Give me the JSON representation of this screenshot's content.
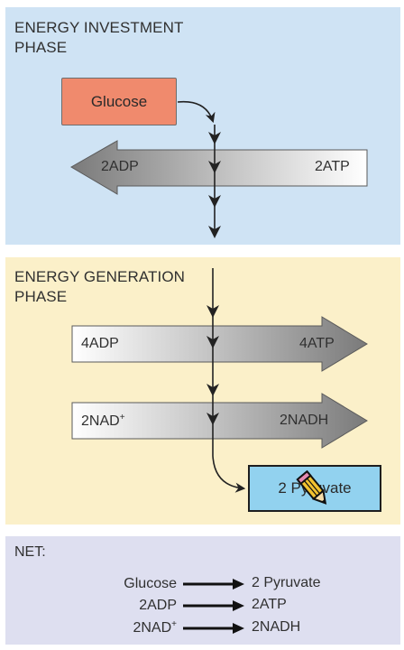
{
  "investment_phase": {
    "title": "ENERGY INVESTMENT\nPHASE",
    "input_box": "Glucose",
    "arrow_left_label": "2ADP",
    "arrow_right_label": "2ATP"
  },
  "generation_phase": {
    "title": "ENERGY GENERATION\nPHASE",
    "arrow1_left_label": "4ADP",
    "arrow1_right_label": "4ATP",
    "arrow2_left_label": "2NAD",
    "arrow2_left_sup": "+",
    "arrow2_right_label": "2NADH",
    "output_box": "2 Pyruvate"
  },
  "net": {
    "title": "NET:",
    "rows": [
      {
        "left": "Glucose",
        "left_sup": "",
        "right": "2 Pyruvate"
      },
      {
        "left": "2ADP",
        "left_sup": "",
        "right": "2ATP"
      },
      {
        "left": "2NAD",
        "left_sup": "+",
        "right": "2NADH"
      }
    ]
  },
  "colors": {
    "investment_panel": "#cfe3f4",
    "generation_panel": "#fbf0c9",
    "net_panel": "#dedff0",
    "glucose_box": "#f08a6d",
    "pyruvate_box": "#92d2ef",
    "arrow_dark": "#7a7a7a",
    "arrow_light": "#ffffff"
  },
  "icons": {
    "cursor": "pencil-cursor-icon"
  }
}
